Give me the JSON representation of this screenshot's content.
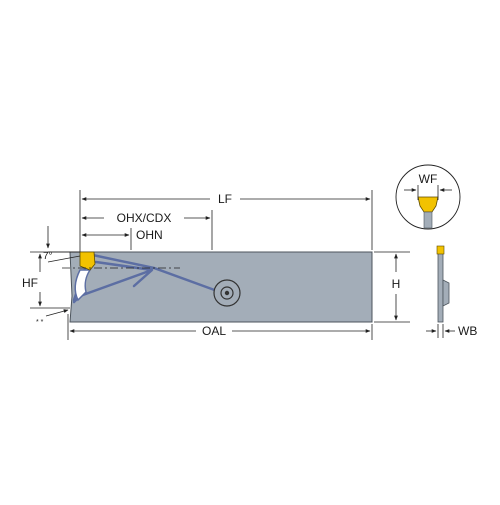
{
  "dimensions": {
    "lf": "LF",
    "ohx_cdx": "OHX/CDX",
    "ohn": "OHN",
    "hf": "HF",
    "h": "H",
    "oal": "OAL",
    "wf": "WF",
    "wb": "WB",
    "angle": "7°",
    "corner_note": "* *"
  },
  "colors": {
    "body_fill": "#a3adb8",
    "body_stroke": "#4c545c",
    "insert": "#f2c200",
    "line": "#222222",
    "clamp": "#5c6ea3"
  }
}
